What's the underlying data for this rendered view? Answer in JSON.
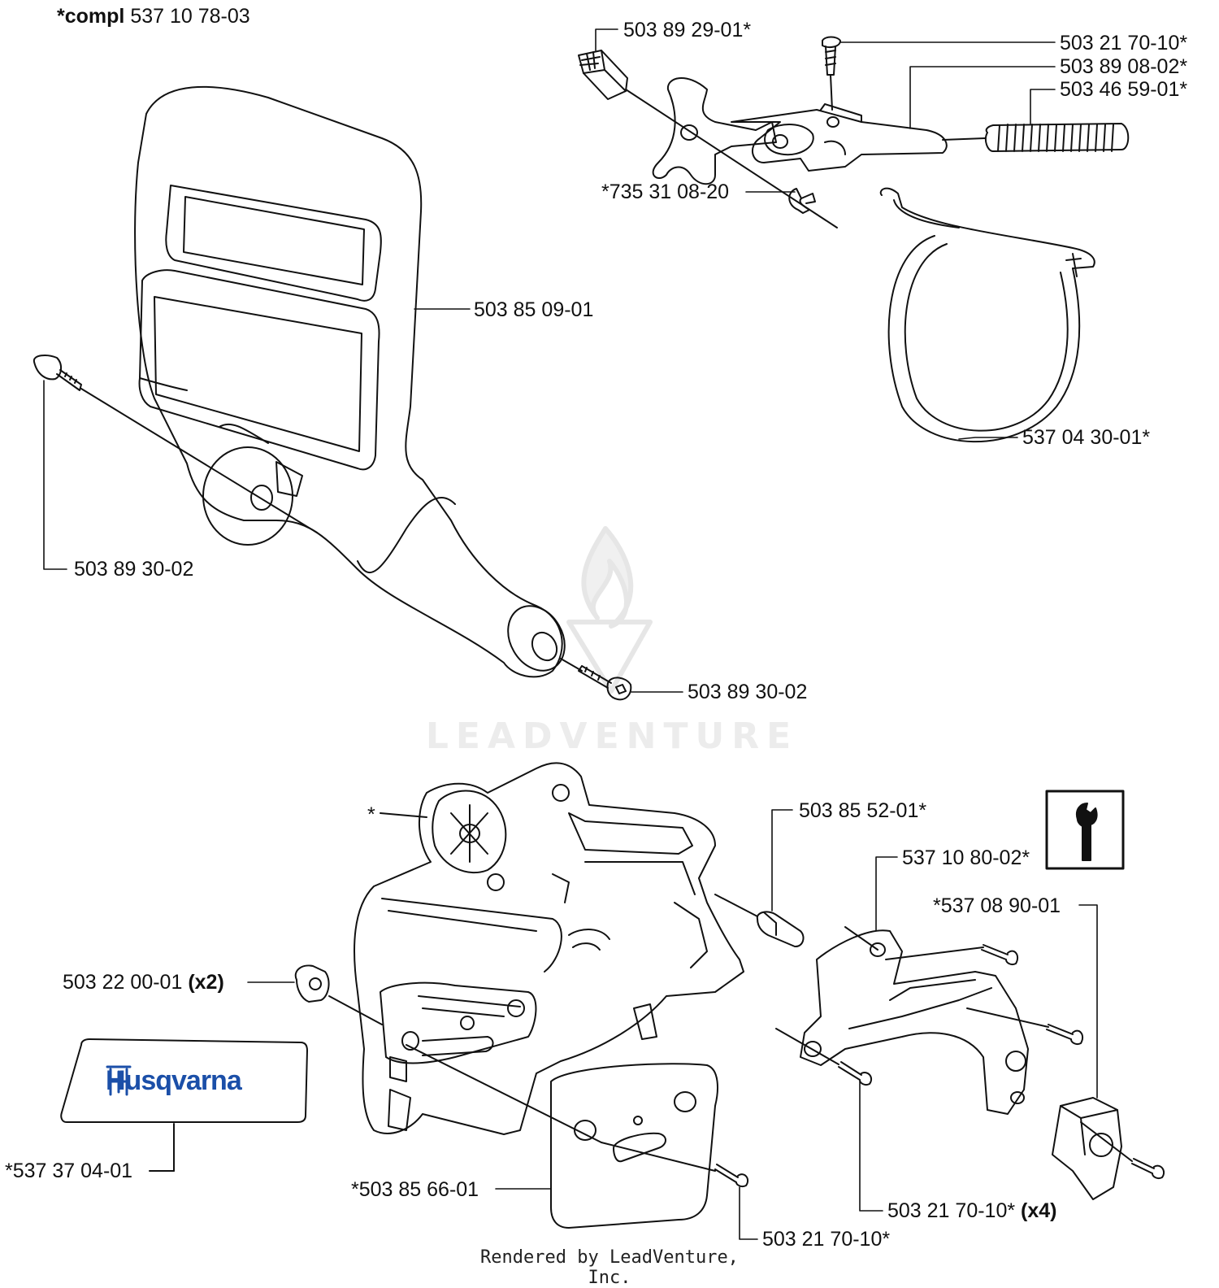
{
  "labels": {
    "compl_prefix": "*compl",
    "compl_number": "537 10 78-03",
    "p_5038929": "503 89 29-01*",
    "p_5032170_top": "503 21 70-10*",
    "p_5038908": "503 89 08-02*",
    "p_5034659": "503 46 59-01*",
    "p_7353108": "*735 31 08-20",
    "p_5038509": "503 85 09-01",
    "p_5370430": "537 04 30-01*",
    "p_5038930_left": "503 89 30-02",
    "p_5038930_bottom": "503 89 30-02",
    "star_cover": "*",
    "p_5038552": "503 85 52-01*",
    "p_5371080": "537 10 80-02*",
    "p_5370890": "*537 08 90-01",
    "p_5032200": "503 22 00-01",
    "qty_x2": "(x2)",
    "p_5373704": "*537 37 04-01",
    "p_5038566": "*503 85 66-01",
    "p_5032170_bottom": "503 21 70-10*",
    "p_5032170_x4": "503 21 70-10*",
    "qty_x4": "(x4)"
  },
  "decal_text": "Husqvarna",
  "watermark_text": "LEADVENTURE",
  "footer": "Rendered by LeadVenture, Inc.",
  "colors": {
    "line": "#111111",
    "brand_blue": "#1b4fa8",
    "watermark": "#ececec"
  },
  "icons": [
    "wrench-info-icon",
    "husqvarna-logo-icon",
    "leadventure-flame-icon"
  ]
}
